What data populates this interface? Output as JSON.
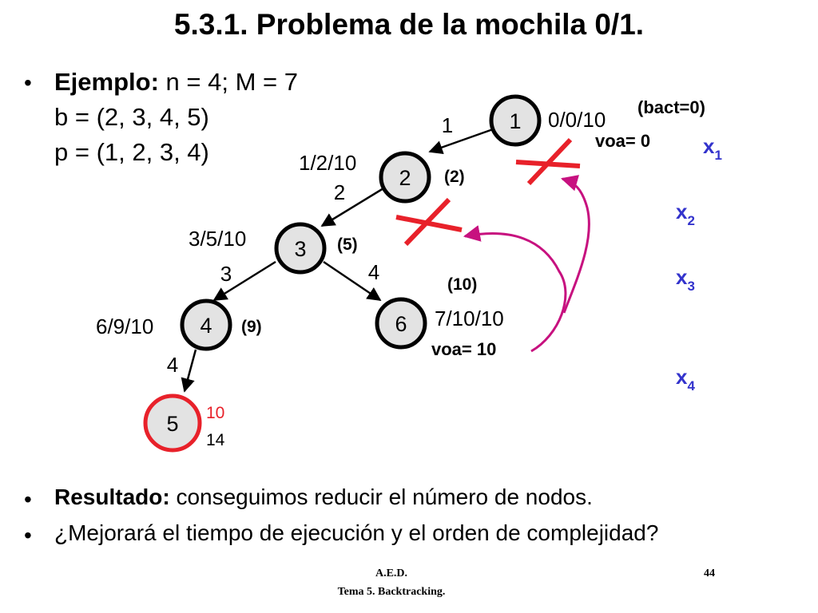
{
  "title": "5.3.1. Problema de la mochila 0/1.",
  "example": {
    "label": "Ejemplo:",
    "params": "n = 4; M = 7",
    "b": "b = (2, 3, 4, 5)",
    "p": "p = (1, 2, 3, 4)"
  },
  "tree": {
    "nodes": [
      {
        "id": "1",
        "kind": "normal"
      },
      {
        "id": "2",
        "kind": "normal"
      },
      {
        "id": "3",
        "kind": "normal"
      },
      {
        "id": "4",
        "kind": "normal"
      },
      {
        "id": "6",
        "kind": "normal"
      },
      {
        "id": "5",
        "kind": "solution"
      }
    ],
    "edge_labels": {
      "e1_2": "1",
      "e2_3": "2",
      "e3_4": "3",
      "e3_6": "4",
      "e4_5": "4"
    },
    "node_triples": {
      "n1": "0/0/10",
      "n2": "1/2/10",
      "n3": "3/5/10",
      "n4": "6/9/10",
      "n6": "7/10/10"
    },
    "bounds": {
      "n2": "(2)",
      "n3": "(5)",
      "n4": "(9)",
      "n6": "(10)"
    },
    "annotations": {
      "bact": "(bact=0)",
      "voa0": "voa= 0",
      "voa10": "voa= 10"
    },
    "leaf_values": {
      "top": "10",
      "bottom": "14"
    },
    "level_labels": [
      {
        "base": "x",
        "sub": "1"
      },
      {
        "base": "x",
        "sub": "2"
      },
      {
        "base": "x",
        "sub": "3"
      },
      {
        "base": "x",
        "sub": "4"
      }
    ]
  },
  "colors": {
    "node_fill": "#e3e3e3",
    "solution_ring": "#e8212a",
    "prune_cross": "#e8212a",
    "prune_arrow": "#c7117f",
    "level_label": "#3333cc",
    "leaf_top_value": "#e8212a"
  },
  "results": {
    "label": "Resultado:",
    "text": "conseguimos reducir el número de nodos.",
    "question": "¿Mejorará el tiempo de ejecución y el orden de complejidad?"
  },
  "footer": {
    "course": "A.E.D.",
    "topic": "Tema 5. Backtracking.",
    "page": "44"
  }
}
